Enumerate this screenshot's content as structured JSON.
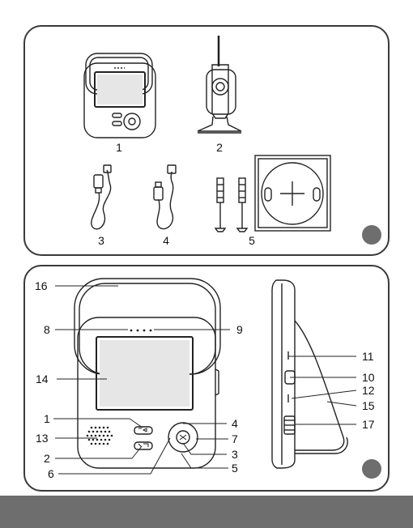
{
  "top_panel": {
    "items": [
      {
        "number": "1"
      },
      {
        "number": "2"
      },
      {
        "number": "3"
      },
      {
        "number": "4"
      },
      {
        "number": "5"
      }
    ]
  },
  "bottom_panel": {
    "callouts": [
      "16",
      "8",
      "9",
      "14",
      "1",
      "13",
      "2",
      "6",
      "4",
      "7",
      "3",
      "5",
      "11",
      "10",
      "12",
      "15",
      "17"
    ]
  },
  "colors": {
    "outline": "#3a3a3a",
    "badge": "#6e6e6e",
    "footer": "#6e6e6e"
  }
}
